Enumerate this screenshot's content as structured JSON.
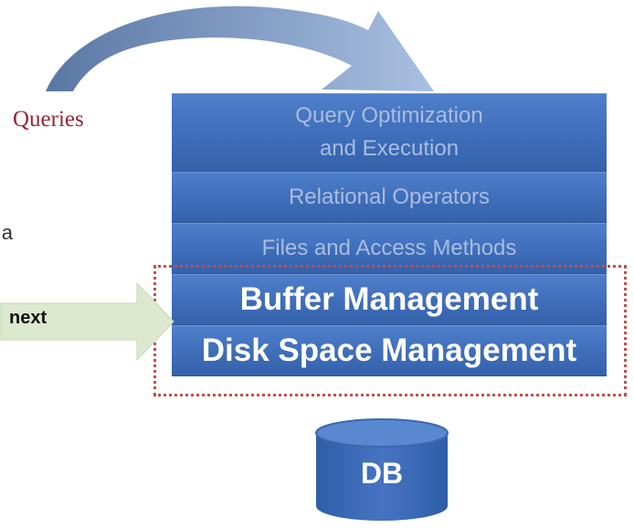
{
  "queries_label": "Queries",
  "stray_text": "a",
  "layers": [
    {
      "lines": [
        "Query Optimization",
        "and Execution"
      ],
      "emphasis": false
    },
    {
      "label": "Relational Operators",
      "emphasis": false
    },
    {
      "label": "Files and Access Methods",
      "emphasis": false
    },
    {
      "label": "Buffer Management",
      "emphasis": true
    },
    {
      "label": "Disk Space Management",
      "emphasis": true
    }
  ],
  "next_label": "next",
  "db_label": "DB",
  "colors": {
    "layer_fill": "#3e6db9",
    "muted_text": "#a9bde0",
    "queries_text": "#9b2335",
    "dotted_border": "#c0504d",
    "next_arrow_fill": "#dde9cf",
    "arc_arrow_light": "#a9c0e0",
    "arc_arrow_dark": "#5a77a4"
  }
}
